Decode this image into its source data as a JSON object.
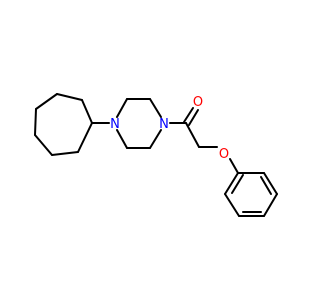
{
  "structure": {
    "atoms": [
      {
        "id": "n1",
        "symbol": "N",
        "color": "#0000ff"
      },
      {
        "id": "n2",
        "symbol": "N",
        "color": "#0000ff"
      },
      {
        "id": "o1",
        "symbol": "O",
        "color": "#ff0000"
      },
      {
        "id": "o2",
        "symbol": "O",
        "color": "#ff0000"
      }
    ],
    "bond_color": "#000000",
    "background": "#ffffff"
  }
}
